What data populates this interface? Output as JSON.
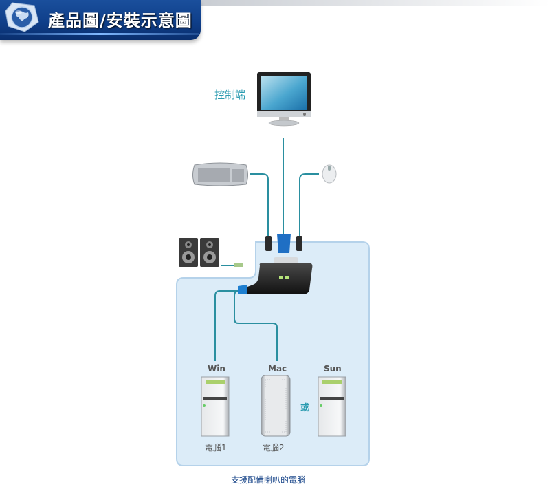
{
  "header": {
    "title": "產品圖/安裝示意圖",
    "icon": "globe-icon"
  },
  "diagram": {
    "console_label": "控制端",
    "devices": {
      "monitor": "monitor-icon",
      "keyboard": "keyboard-icon",
      "mouse": "mouse-icon",
      "speakers": "speakers-icon",
      "kvm_switch": "kvm-switch-icon"
    },
    "computers": [
      {
        "os": "Win",
        "caption": "電腦1"
      },
      {
        "os": "Mac",
        "caption": "電腦2"
      },
      {
        "os": "Sun",
        "caption": ""
      }
    ],
    "or_label": "或",
    "footer_caption": "支援配備喇叭的電腦"
  },
  "colors": {
    "banner": "#0f3f8a",
    "panel": "#dcecf8",
    "cable": "#2a8fa0",
    "accent_text": "#2a9bb0"
  }
}
